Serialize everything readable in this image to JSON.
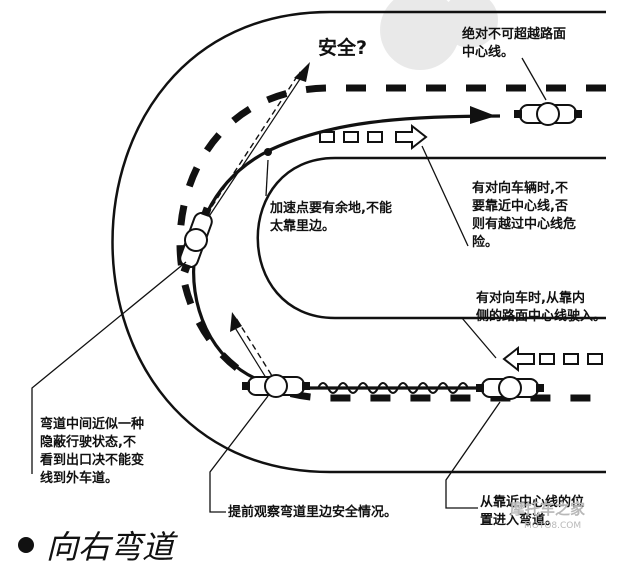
{
  "question": "安全?",
  "caption": "向右弯道",
  "watermark": {
    "name": "摩托车之家",
    "url": "MOTO8.COM"
  },
  "notes": {
    "no_cross": [
      "绝对不可超越路面",
      "中心线。"
    ],
    "accelerate": [
      "加速点要有余地,不能",
      "太靠里边。"
    ],
    "oncoming": [
      "有对向车辆时,不",
      "要靠近中心线,否",
      "则有越过中心线危",
      "险。"
    ],
    "oncoming_enter": [
      "有对向车时,从靠内",
      "侧的路面中心线驶入。"
    ],
    "hidden": [
      "弯道中间近似一种",
      "隐蔽行驶状态,不",
      "看到出口决不能变",
      "线到外车道。"
    ],
    "observe": [
      "提前观察弯道里边安全情况。"
    ],
    "enter_center": [
      "从靠近中心线的位",
      "置进入弯道。"
    ]
  }
}
